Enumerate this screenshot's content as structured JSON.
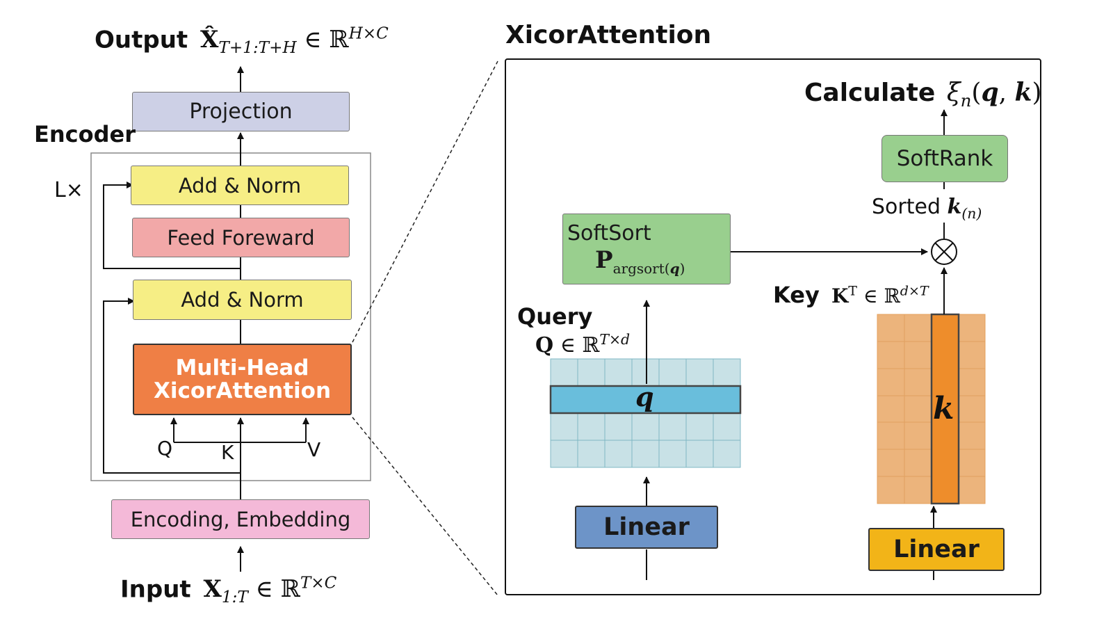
{
  "left": {
    "output": {
      "word": "Output",
      "sym": "X̂",
      "sub": "T+1:T+H",
      "in": "∈ ℝ",
      "sup": "H×C"
    },
    "projection": "Projection",
    "encoder_label": "Encoder",
    "layers_label": "L×",
    "add_norm_top": "Add & Norm",
    "feed_forward": "Feed Foreward",
    "add_norm_bottom": "Add & Norm",
    "multihead_line1": "Multi-Head",
    "multihead_line2": "XicorAttention",
    "q_label": "Q",
    "k_label": "K",
    "v_label": "V",
    "encoding": "Encoding, Embedding",
    "input": {
      "word": "Input",
      "sym": "X",
      "sub": "1:T",
      "in": "∈ ℝ",
      "sup": "T×C"
    }
  },
  "right": {
    "title": "XicorAttention",
    "calculate": {
      "word": "Calculate",
      "xi": "ξ",
      "xi_sub": "n",
      "open": "(",
      "q": "q",
      "comma": ", ",
      "k": "k",
      "close": ")"
    },
    "softrank": "SoftRank",
    "sorted": {
      "word": "Sorted",
      "k": "k",
      "sub": "(n)"
    },
    "softsort": {
      "word": "SoftSort",
      "P": "P",
      "sub": "argsort(",
      "sub_q": "q",
      "sub_close": ")"
    },
    "query": {
      "word": "Query",
      "sym": "Q",
      "in": "∈ ℝ",
      "sup": "T×d"
    },
    "key": {
      "word": "Key",
      "sym": "K",
      "sup1": "T",
      "in": "∈ ℝ",
      "sup2": "d×T"
    },
    "q_vec": "q",
    "k_vec": "k",
    "linear_left": "Linear",
    "linear_right": "Linear",
    "otimes": "⊗"
  },
  "colors": {
    "projection": "#cdd0e6",
    "add_norm": "#f6ee85",
    "feed_forward": "#f2a8a8",
    "multihead": "#ef7f45",
    "encoding": "#f4b9d8",
    "green": "#99cf8e",
    "query_grid": "#c8e1e6",
    "query_row": "#69bedc",
    "key_grid": "#ecb47c",
    "key_col": "#ee8d2b",
    "linear_blue": "#6d94c8",
    "linear_yellow": "#f2b418"
  }
}
